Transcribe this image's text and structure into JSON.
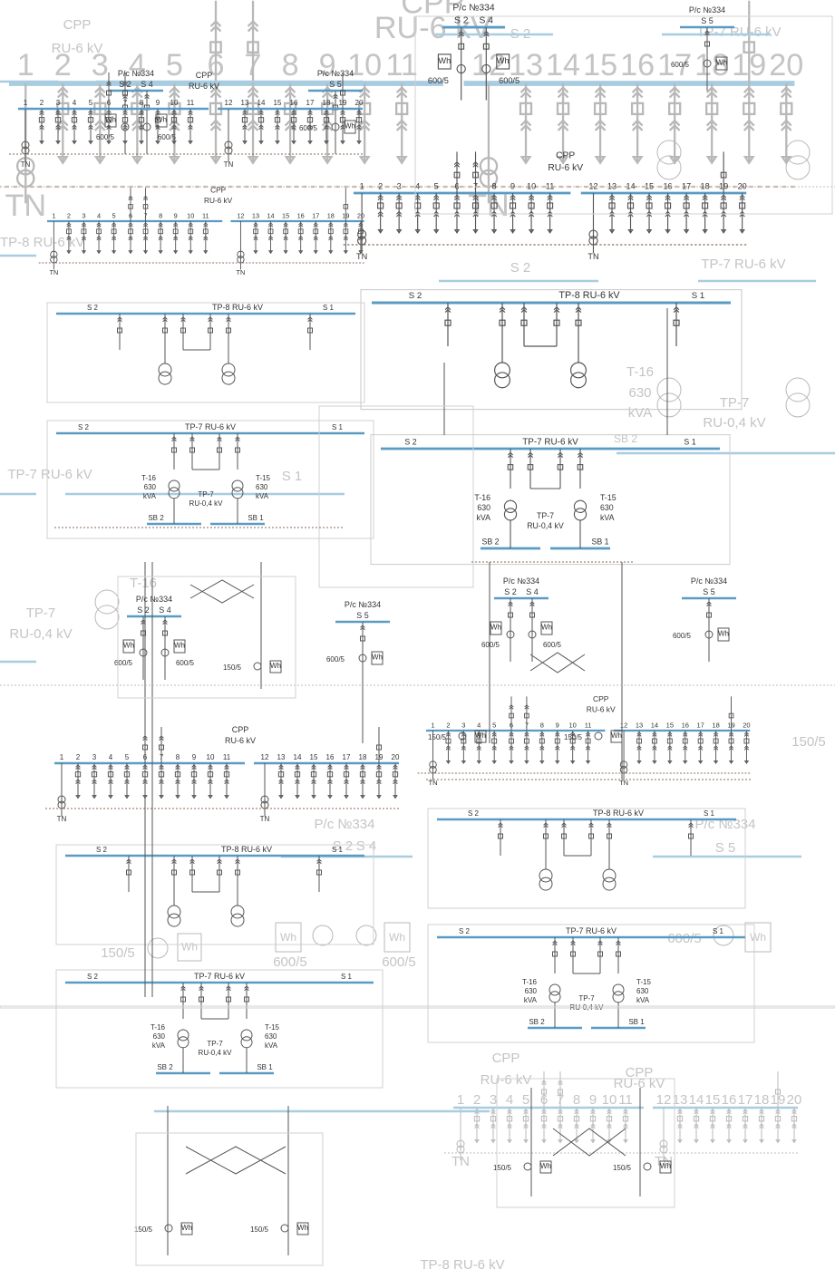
{
  "diagram": {
    "labels": {
      "cpp": "CPP",
      "ru6": "RU-6 kV",
      "ps334": "P/c №334",
      "s2": "S 2",
      "s4": "S 4",
      "s5": "S 5",
      "s1": "S 1",
      "sb1": "SB 1",
      "sb2": "SB 2",
      "tp8": "TP-8 RU-6 kV",
      "tp7": "TP-7 RU-6 kV",
      "tp7_short": "TP-7",
      "ru04": "RU-0,4 kV",
      "t16": "T-16",
      "t15": "T-15",
      "kva630": "630",
      "kva": "kVA",
      "tn": "TN",
      "wh": "Wh",
      "ct600": "600/5",
      "ct150": "150/5",
      "tp8_ru_cut": "TP-8 RU-6 kV",
      "tp7_ru_cut": "TP-7 RU-6 kV",
      "t15_cut": "T-15",
      "t16_cut": "T-16",
      "sb2_cut": "SB 2",
      "s5_cut": "S 5",
      "bottom_cut": "TP-8 RU-6 kV"
    },
    "cell_numbers": [
      "1",
      "2",
      "3",
      "4",
      "5",
      "6",
      "7",
      "8",
      "9",
      "10",
      "11",
      "12",
      "13",
      "14",
      "15",
      "16",
      "17",
      "18",
      "19",
      "20"
    ],
    "colors": {
      "bus": "#5a9bc4",
      "bus_faint": "#a8cce0",
      "wire": "#555555",
      "wire_faint": "#b8b8b8",
      "frame_dash": "#8a6a5a",
      "text_dark": "#333333",
      "text_faint": "#c4c4c4"
    },
    "icons": [
      "transformer-icon",
      "meter-icon",
      "current-transformer-icon",
      "breaker-icon",
      "arrow-icon"
    ]
  }
}
